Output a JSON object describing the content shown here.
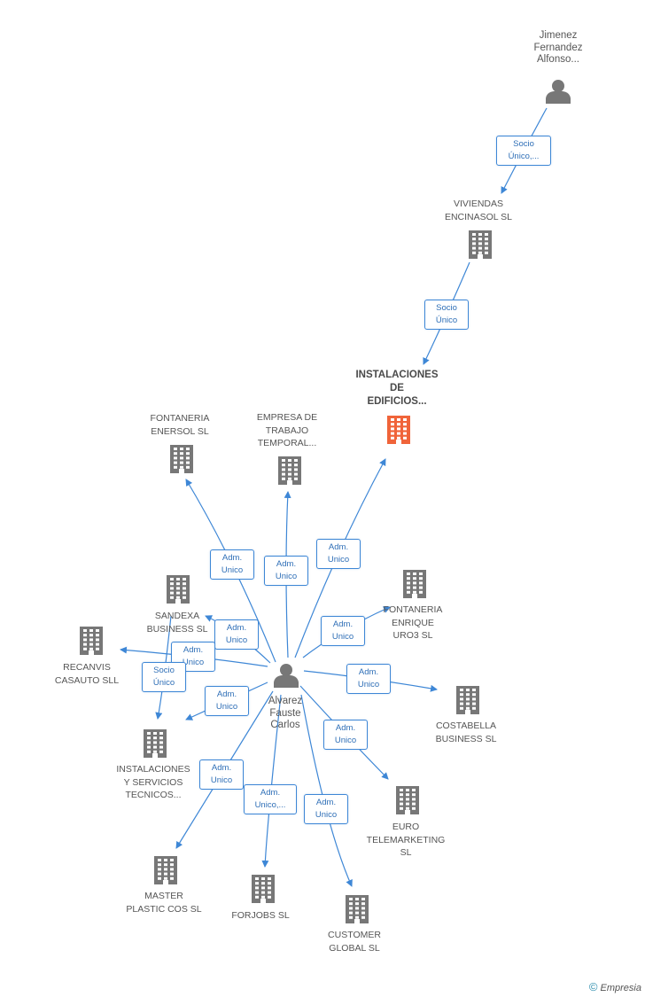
{
  "colors": {
    "edge": "#3e87d6",
    "node": "#777777",
    "focus_node": "#f0643a",
    "text": "#555555"
  },
  "nodes": [
    {
      "id": "jimenez",
      "type": "person",
      "label": "Jimenez\nFernandez\nAlfonso...",
      "icon": "person-icon"
    },
    {
      "id": "viviendas",
      "type": "company",
      "label": "VIVIENDAS\nENCINASOL SL",
      "icon": "building-icon"
    },
    {
      "id": "instalaciones",
      "type": "company",
      "focus": true,
      "label": "INSTALACIONES\nDE\nEDIFICIOS...",
      "icon": "building-icon"
    },
    {
      "id": "fontaneria_enersol",
      "type": "company",
      "label": "FONTANERIA\nENERSOL SL",
      "icon": "building-icon"
    },
    {
      "id": "empresa_trabajo",
      "type": "company",
      "label": "EMPRESA DE\nTRABAJO\nTEMPORAL...",
      "icon": "building-icon"
    },
    {
      "id": "sandexa",
      "type": "company",
      "label": "SANDEXA\nBUSINESS SL",
      "icon": "building-icon"
    },
    {
      "id": "fontaneria_enrique",
      "type": "company",
      "label": "FONTANERIA\nENRIQUE\nURO3 SL",
      "icon": "building-icon"
    },
    {
      "id": "recanvis",
      "type": "company",
      "label": "RECANVIS\nCASAUTO SLL",
      "icon": "building-icon"
    },
    {
      "id": "alvarez",
      "type": "person",
      "label": "Alvarez\nFauste\nCarlos",
      "icon": "person-icon"
    },
    {
      "id": "costabella",
      "type": "company",
      "label": "COSTABELLA\nBUSINESS SL",
      "icon": "building-icon"
    },
    {
      "id": "inst_servicios",
      "type": "company",
      "label": "INSTALACIONES\nY SERVICIOS\nTECNICOS...",
      "icon": "building-icon"
    },
    {
      "id": "euro_tele",
      "type": "company",
      "label": "EURO\nTELEMARKETING\nSL",
      "icon": "building-icon"
    },
    {
      "id": "master_plastic",
      "type": "company",
      "label": "MASTER\nPLASTIC COS SL",
      "icon": "building-icon"
    },
    {
      "id": "forjobs",
      "type": "company",
      "label": "FORJOBS SL",
      "icon": "building-icon"
    },
    {
      "id": "customer_global",
      "type": "company",
      "label": "CUSTOMER\nGLOBAL  SL",
      "icon": "building-icon"
    }
  ],
  "edges": [
    {
      "id": "e1",
      "from": "jimenez",
      "to": "viviendas",
      "label": "Socio\nÚnico,..."
    },
    {
      "id": "e2",
      "from": "viviendas",
      "to": "instalaciones",
      "label": "Socio\nÚnico"
    },
    {
      "id": "e3",
      "from": "alvarez",
      "to": "instalaciones",
      "label": "Adm.\nUnico"
    },
    {
      "id": "e4",
      "from": "alvarez",
      "to": "fontaneria_enersol",
      "label": "Adm.\nUnico"
    },
    {
      "id": "e5",
      "from": "alvarez",
      "to": "empresa_trabajo",
      "label": "Adm.\nUnico"
    },
    {
      "id": "e6",
      "from": "alvarez",
      "to": "sandexa",
      "label": "Adm.\nUnico"
    },
    {
      "id": "e7",
      "from": "alvarez",
      "to": "fontaneria_enrique",
      "label": "Adm.\nUnico"
    },
    {
      "id": "e8",
      "from": "alvarez",
      "to": "recanvis",
      "label": "Adm.\nUnico"
    },
    {
      "id": "e9",
      "from": "sandexa",
      "to": "inst_servicios",
      "label": "Socio\nÚnico"
    },
    {
      "id": "e10",
      "from": "alvarez",
      "to": "inst_servicios",
      "label": "Adm.\nUnico"
    },
    {
      "id": "e11",
      "from": "alvarez",
      "to": "costabella",
      "label": "Adm.\nUnico"
    },
    {
      "id": "e12",
      "from": "alvarez",
      "to": "euro_tele",
      "label": "Adm.\nUnico"
    },
    {
      "id": "e13",
      "from": "alvarez",
      "to": "master_plastic",
      "label": "Adm.\nUnico"
    },
    {
      "id": "e14",
      "from": "alvarez",
      "to": "forjobs",
      "label": "Adm.\nUnico,..."
    },
    {
      "id": "e15",
      "from": "alvarez",
      "to": "customer_global",
      "label": "Adm.\nUnico"
    }
  ],
  "footer": {
    "copyright": "©",
    "brand": "Empresia"
  }
}
